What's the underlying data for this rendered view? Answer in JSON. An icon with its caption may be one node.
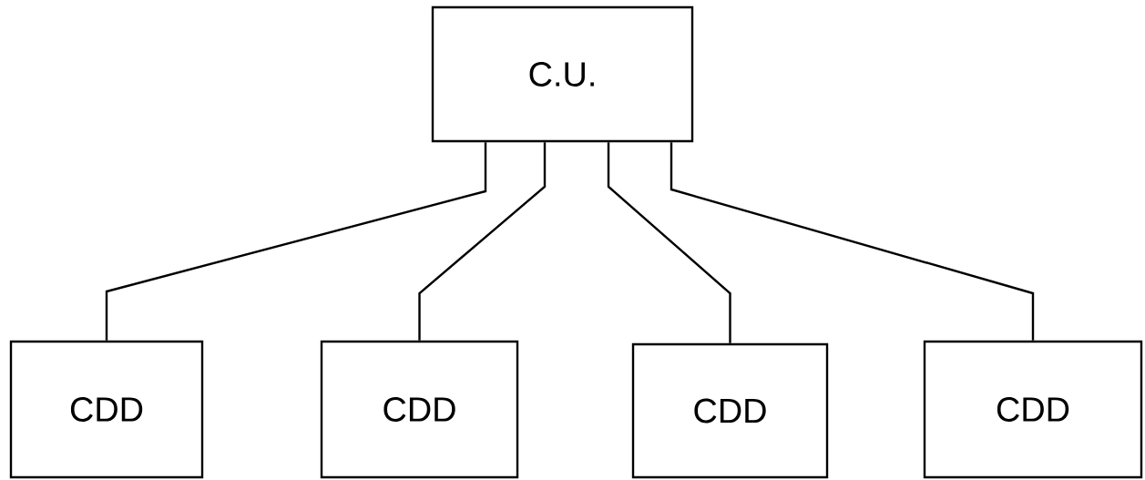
{
  "diagram": {
    "nodes": [
      {
        "text": [
          "C.U."
        ]
      },
      {
        "text": [
          "CDD"
        ]
      },
      {
        "text": [
          "CDD"
        ]
      },
      {
        "text": [
          "CDD"
        ]
      },
      {
        "text": [
          "CDD"
        ]
      }
    ],
    "edges": [
      {
        "from": 0,
        "to": 1,
        "arrow": "none"
      },
      {
        "from": 0,
        "to": 2,
        "arrow": "none"
      },
      {
        "from": 0,
        "to": 3,
        "arrow": "none"
      },
      {
        "from": 0,
        "to": 4,
        "arrow": "none"
      }
    ]
  }
}
